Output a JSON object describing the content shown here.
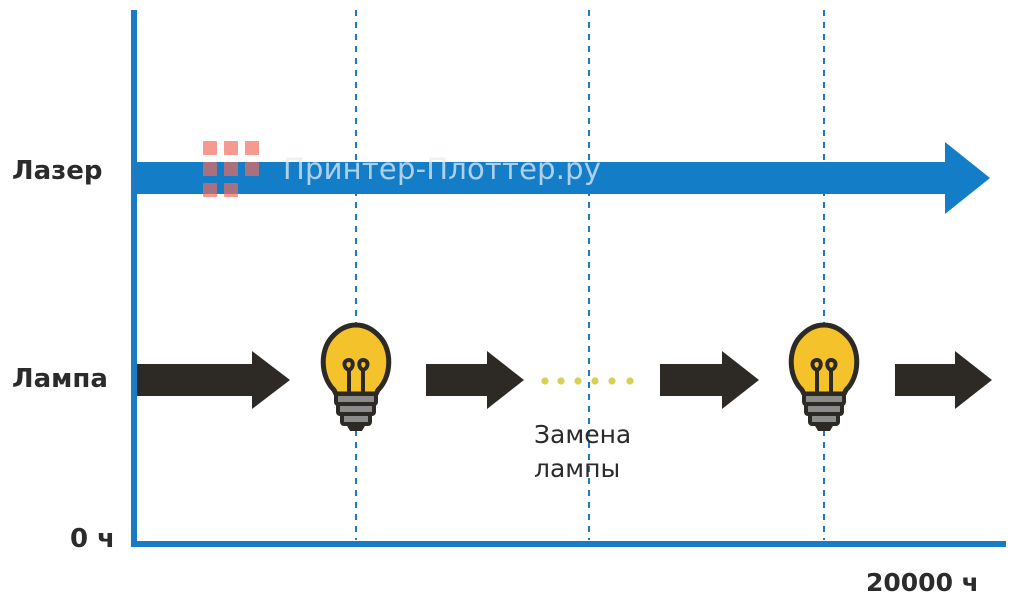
{
  "rows": {
    "laser": "Лазер",
    "lamp": "Лампа"
  },
  "axis": {
    "start": "0 ч",
    "end": "20000 ч"
  },
  "lamp_replacement": {
    "line1": "Замена",
    "line2": "лампы"
  },
  "watermark": {
    "text": "Принтер-Плоттер.ру"
  },
  "colors": {
    "axis_blue": "#1a7ac4",
    "laser_arrow": "#137dc8",
    "lamp_arrow": "#2d2a26",
    "bulb_yellow": "#f4c22b",
    "bulb_outline": "#2d2a26",
    "dots_yellow": "#d8cf55",
    "watermark_red": "#f26a5a"
  },
  "icons": {
    "lamp_icon": "light-bulb-icon",
    "arrow_icon": "arrow-right-icon",
    "logo_icon": "grid-logo-icon"
  }
}
